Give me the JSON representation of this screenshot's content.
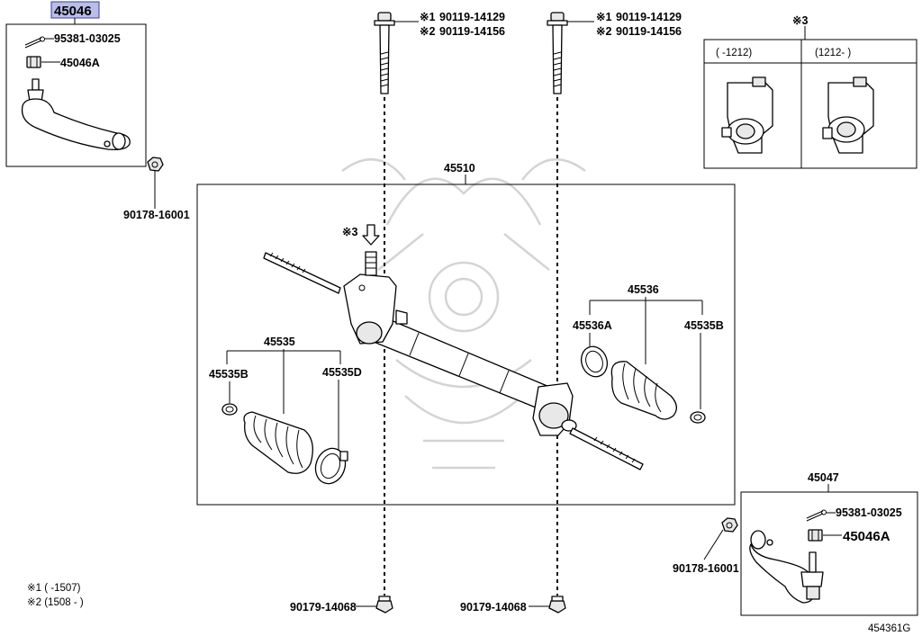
{
  "diagram_id": "454361G",
  "labels": {
    "p45046": "45046",
    "p95381_tl": "95381-03025",
    "p45046A_tl": "45046A",
    "p90178_l": "90178-16001",
    "bolt_l1_mark": "※1",
    "bolt_l1": "90119-14129",
    "bolt_l2_mark": "※2",
    "bolt_l2": "90119-14156",
    "bolt_r1_mark": "※1",
    "bolt_r1": "90119-14129",
    "bolt_r2_mark": "※2",
    "bolt_r2": "90119-14156",
    "p45510": "45510",
    "arrow_mark": "※3",
    "p45535": "45535",
    "p45535B_l": "45535B",
    "p45535D": "45535D",
    "p45536": "45536",
    "p45536A": "45536A",
    "p45535B_r": "45535B",
    "p45047": "45047",
    "p95381_br": "95381-03025",
    "p45046A_br": "45046A",
    "p90178_r": "90178-16001",
    "nut_l": "90179-14068",
    "nut_r": "90179-14068",
    "inset_mark": "※3",
    "inset_col1": "(      -1212)",
    "inset_col2": "(1212-      )",
    "note1": "※1 (         -1507)",
    "note2": "※2 (1508 -         )"
  }
}
